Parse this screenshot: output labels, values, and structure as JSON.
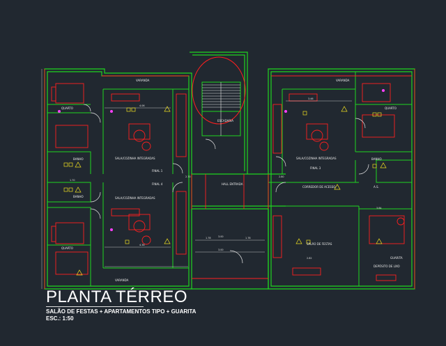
{
  "title": {
    "main": "PLANTA TÉRREO",
    "subtitle": "SALÃO DE FESTAS + APARTAMENTOS TIPO + GUARITA",
    "scale": "ESC.: 1:50"
  },
  "rooms": {
    "varanda_top_left": "VARANDA",
    "varanda_top_right": "VARANDA",
    "varanda_bottom_left": "VARANDA",
    "quarto_top_left": "QUARTO",
    "quarto_top_right": "QUARTO",
    "quarto_bottom_left": "QUARTO",
    "banho_top_left": "BANHO",
    "banho_mid_left": "BANHO",
    "banho_right": "BANHO",
    "sala_cozinha_top_left": "SALA/COZINHA INTEGRADAS",
    "sala_cozinha_bottom_left": "SALA/COZINHA INTEGRADAS",
    "sala_cozinha_right": "SALA/COZINHA INTEGRADAS",
    "escadaria": "ESCADARIA",
    "hall_entrada": "HALL ENTRADA",
    "final_1": "FINAL 1",
    "final_4": "FINAL 4",
    "final_3": "FINAL 3",
    "corredor_acesso": "CORREDOR DE ACESSO",
    "salao_festas": "SALÃO DE FESTAS",
    "guarita": "GUARITA",
    "area_servico": "A.S.",
    "despensa": "DEPÓSITO DE LIXO"
  },
  "dimensions": [
    "4.06",
    "2.80",
    "3.46",
    "1.70",
    "4.36",
    "2.70",
    "3.00",
    "1.78",
    "1.78",
    "3.00",
    "3.84",
    "2.82"
  ],
  "colors": {
    "background": "#212830",
    "wall_green": "#1fd61f",
    "wall_red": "#ff1f1f",
    "door_white": "#e8e8e8",
    "tag_yellow": "#f0e020",
    "accent_magenta": "#ff40ff"
  }
}
